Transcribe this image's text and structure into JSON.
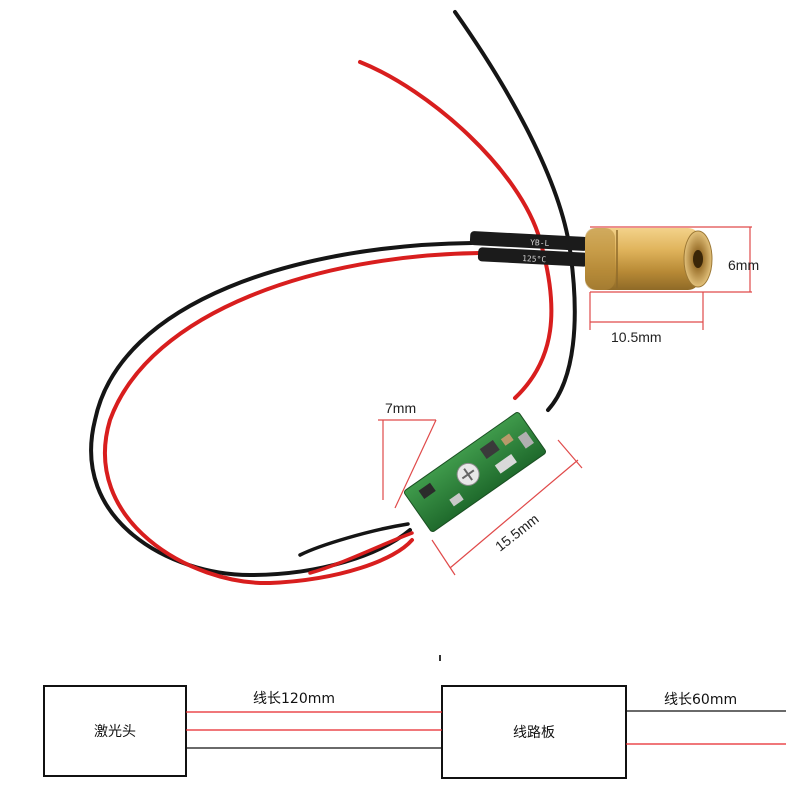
{
  "photo": {
    "laser_diameter": "6mm",
    "laser_length": "10.5mm",
    "board_width": "7mm",
    "board_length": "15.5mm",
    "sleeve_text_top": "YB-L",
    "sleeve_text_bottom": "125°C"
  },
  "diagram": {
    "laser_head_label": "激光头",
    "board_label": "线路板",
    "cable_length_1": "线长120mm",
    "cable_length_2": "线长60mm"
  },
  "colors": {
    "red_wire": "#d81e1e",
    "black_wire": "#151515",
    "brass": "#c9a04a",
    "pcb_green": "#2e7d3a",
    "dimension_line": "#e04a4a"
  }
}
